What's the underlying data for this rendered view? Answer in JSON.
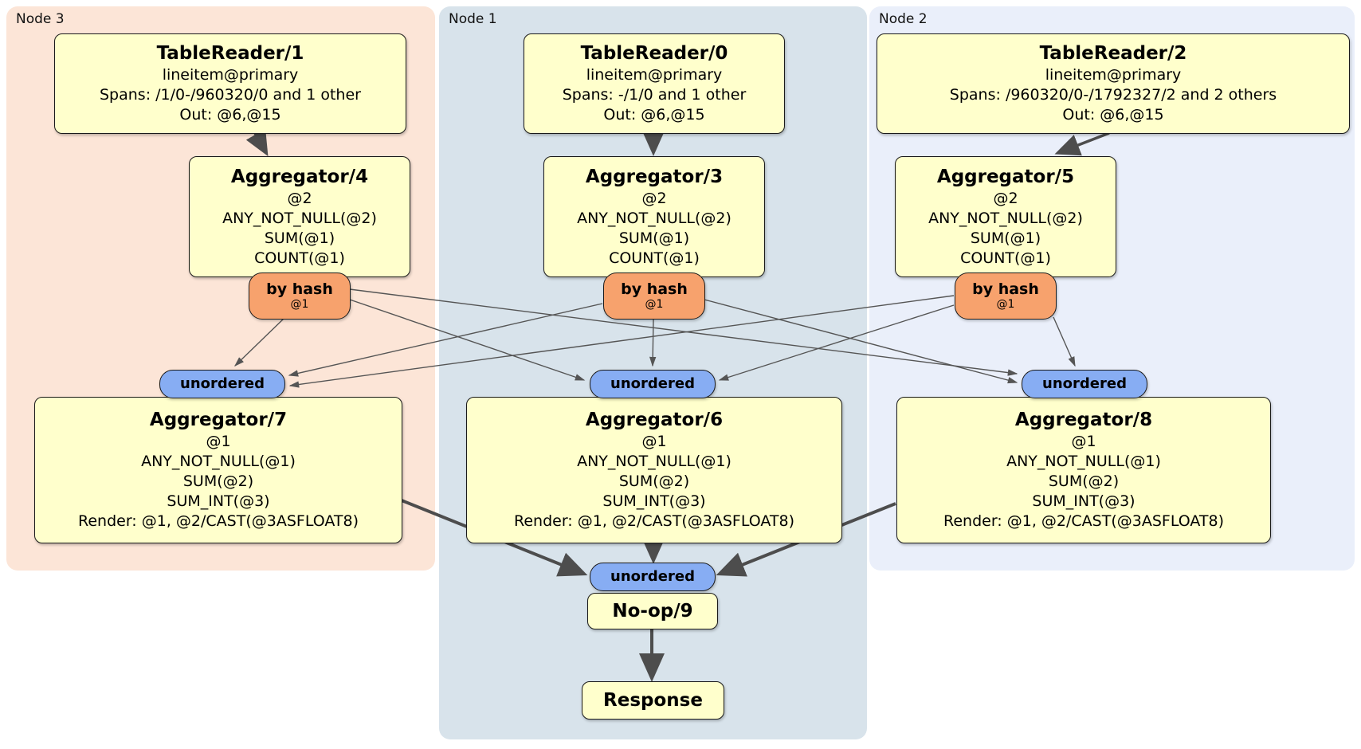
{
  "panels": [
    {
      "label": "Node 3",
      "table_reader": {
        "title": "TableReader/1",
        "lines": [
          "lineitem@primary",
          "Spans: /1/0-/960320/0 and 1 other",
          "Out: @6,@15"
        ]
      },
      "aggregator": {
        "title": "Aggregator/4",
        "lines": [
          "@2",
          "ANY_NOT_NULL(@2)",
          "SUM(@1)",
          "COUNT(@1)"
        ]
      },
      "router": {
        "label": "by hash",
        "key": "@1"
      },
      "stream": {
        "label": "unordered"
      },
      "final_aggregator": {
        "title": "Aggregator/7",
        "lines": [
          "@1",
          "ANY_NOT_NULL(@1)",
          "SUM(@2)",
          "SUM_INT(@3)",
          "Render: @1, @2/CAST(@3ASFLOAT8)"
        ]
      }
    },
    {
      "label": "Node 1",
      "table_reader": {
        "title": "TableReader/0",
        "lines": [
          "lineitem@primary",
          "Spans: -/1/0 and 1 other",
          "Out: @6,@15"
        ]
      },
      "aggregator": {
        "title": "Aggregator/3",
        "lines": [
          "@2",
          "ANY_NOT_NULL(@2)",
          "SUM(@1)",
          "COUNT(@1)"
        ]
      },
      "router": {
        "label": "by hash",
        "key": "@1"
      },
      "stream": {
        "label": "unordered"
      },
      "final_aggregator": {
        "title": "Aggregator/6",
        "lines": [
          "@1",
          "ANY_NOT_NULL(@1)",
          "SUM(@2)",
          "SUM_INT(@3)",
          "Render: @1, @2/CAST(@3ASFLOAT8)"
        ]
      }
    },
    {
      "label": "Node 2",
      "table_reader": {
        "title": "TableReader/2",
        "lines": [
          "lineitem@primary",
          "Spans: /960320/0-/1792327/2 and 2 others",
          "Out: @6,@15"
        ]
      },
      "aggregator": {
        "title": "Aggregator/5",
        "lines": [
          "@2",
          "ANY_NOT_NULL(@2)",
          "SUM(@1)",
          "COUNT(@1)"
        ]
      },
      "router": {
        "label": "by hash",
        "key": "@1"
      },
      "stream": {
        "label": "unordered"
      },
      "final_aggregator": {
        "title": "Aggregator/8",
        "lines": [
          "@1",
          "ANY_NOT_NULL(@1)",
          "SUM(@2)",
          "SUM_INT(@3)",
          "Render: @1, @2/CAST(@3ASFLOAT8)"
        ]
      }
    }
  ],
  "sink": {
    "stream": {
      "label": "unordered"
    },
    "noop": {
      "title": "No-op/9"
    },
    "response": {
      "title": "Response"
    }
  },
  "colors": {
    "node3_bg": "#fce5d7",
    "node1_bg": "#d8e3eb",
    "node2_bg": "#eaeffa",
    "processor_bg": "#ffffcc",
    "router_bg": "#f7a26d",
    "stream_bg": "#87adf3",
    "edge": "#4d4d4d"
  }
}
